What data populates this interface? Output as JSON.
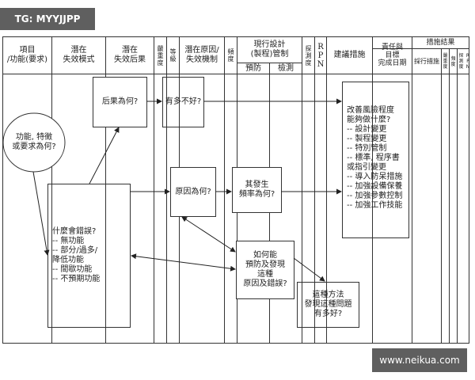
{
  "watermarks": {
    "top_left": "TG: MYYJJPP",
    "bottom_right": "www.neikua.com"
  },
  "header": {
    "item": "項目\n/功能(要求)",
    "failure_mode": "潛在\n失效模式",
    "failure_effect": "潛在\n失效后果",
    "severity": "嚴\n重\n度",
    "class": "等\n級",
    "cause": "潛在原因/\n失效機制",
    "occurrence": "頻\n度",
    "current_controls": "現行設計\n(製程)管制",
    "prevention": "預防",
    "detection": "檢測",
    "detection_rating": "探\n測\n度",
    "rpn": "R\nP\nN",
    "recommended_actions": "建議措施",
    "responsibility": "責任與\n目標\n完成日期",
    "action_results": "措施結果",
    "actions_taken": "採行措施",
    "res_severity": "嚴\n重\n度",
    "res_occurrence": "頻\n度",
    "res_detection": "探\n測\n度",
    "res_rpn": "R\nP\nN"
  },
  "diagram": {
    "function_question": "功能, 特徵\n或要求為何?",
    "effect_question": "后果為何?",
    "how_bad": "有多不好?",
    "what_wrong": "什麼會錯誤?\n-- 無功能\n-- 部分/過多/\n    降低功能\n-- 間歇功能\n-- 不預期功能",
    "cause_question": "原因為何?",
    "frequency_question": "其發生\n頻率為何?",
    "prevent_detect": "如何能\n預防及發現\n這種\n原因及錯誤?",
    "method_quality": "這種方法\n發現這種問題\n有多好?",
    "improve": "改善風險程度\n能夠做什麼?\n-- 設計變更\n-- 製程變更\n-- 特別管制\n-- 標準, 程序書\n    或指引變更\n-- 導入防呆措施\n-- 加強設備保養\n-- 加強參數控制\n-- 加強工作技能"
  }
}
